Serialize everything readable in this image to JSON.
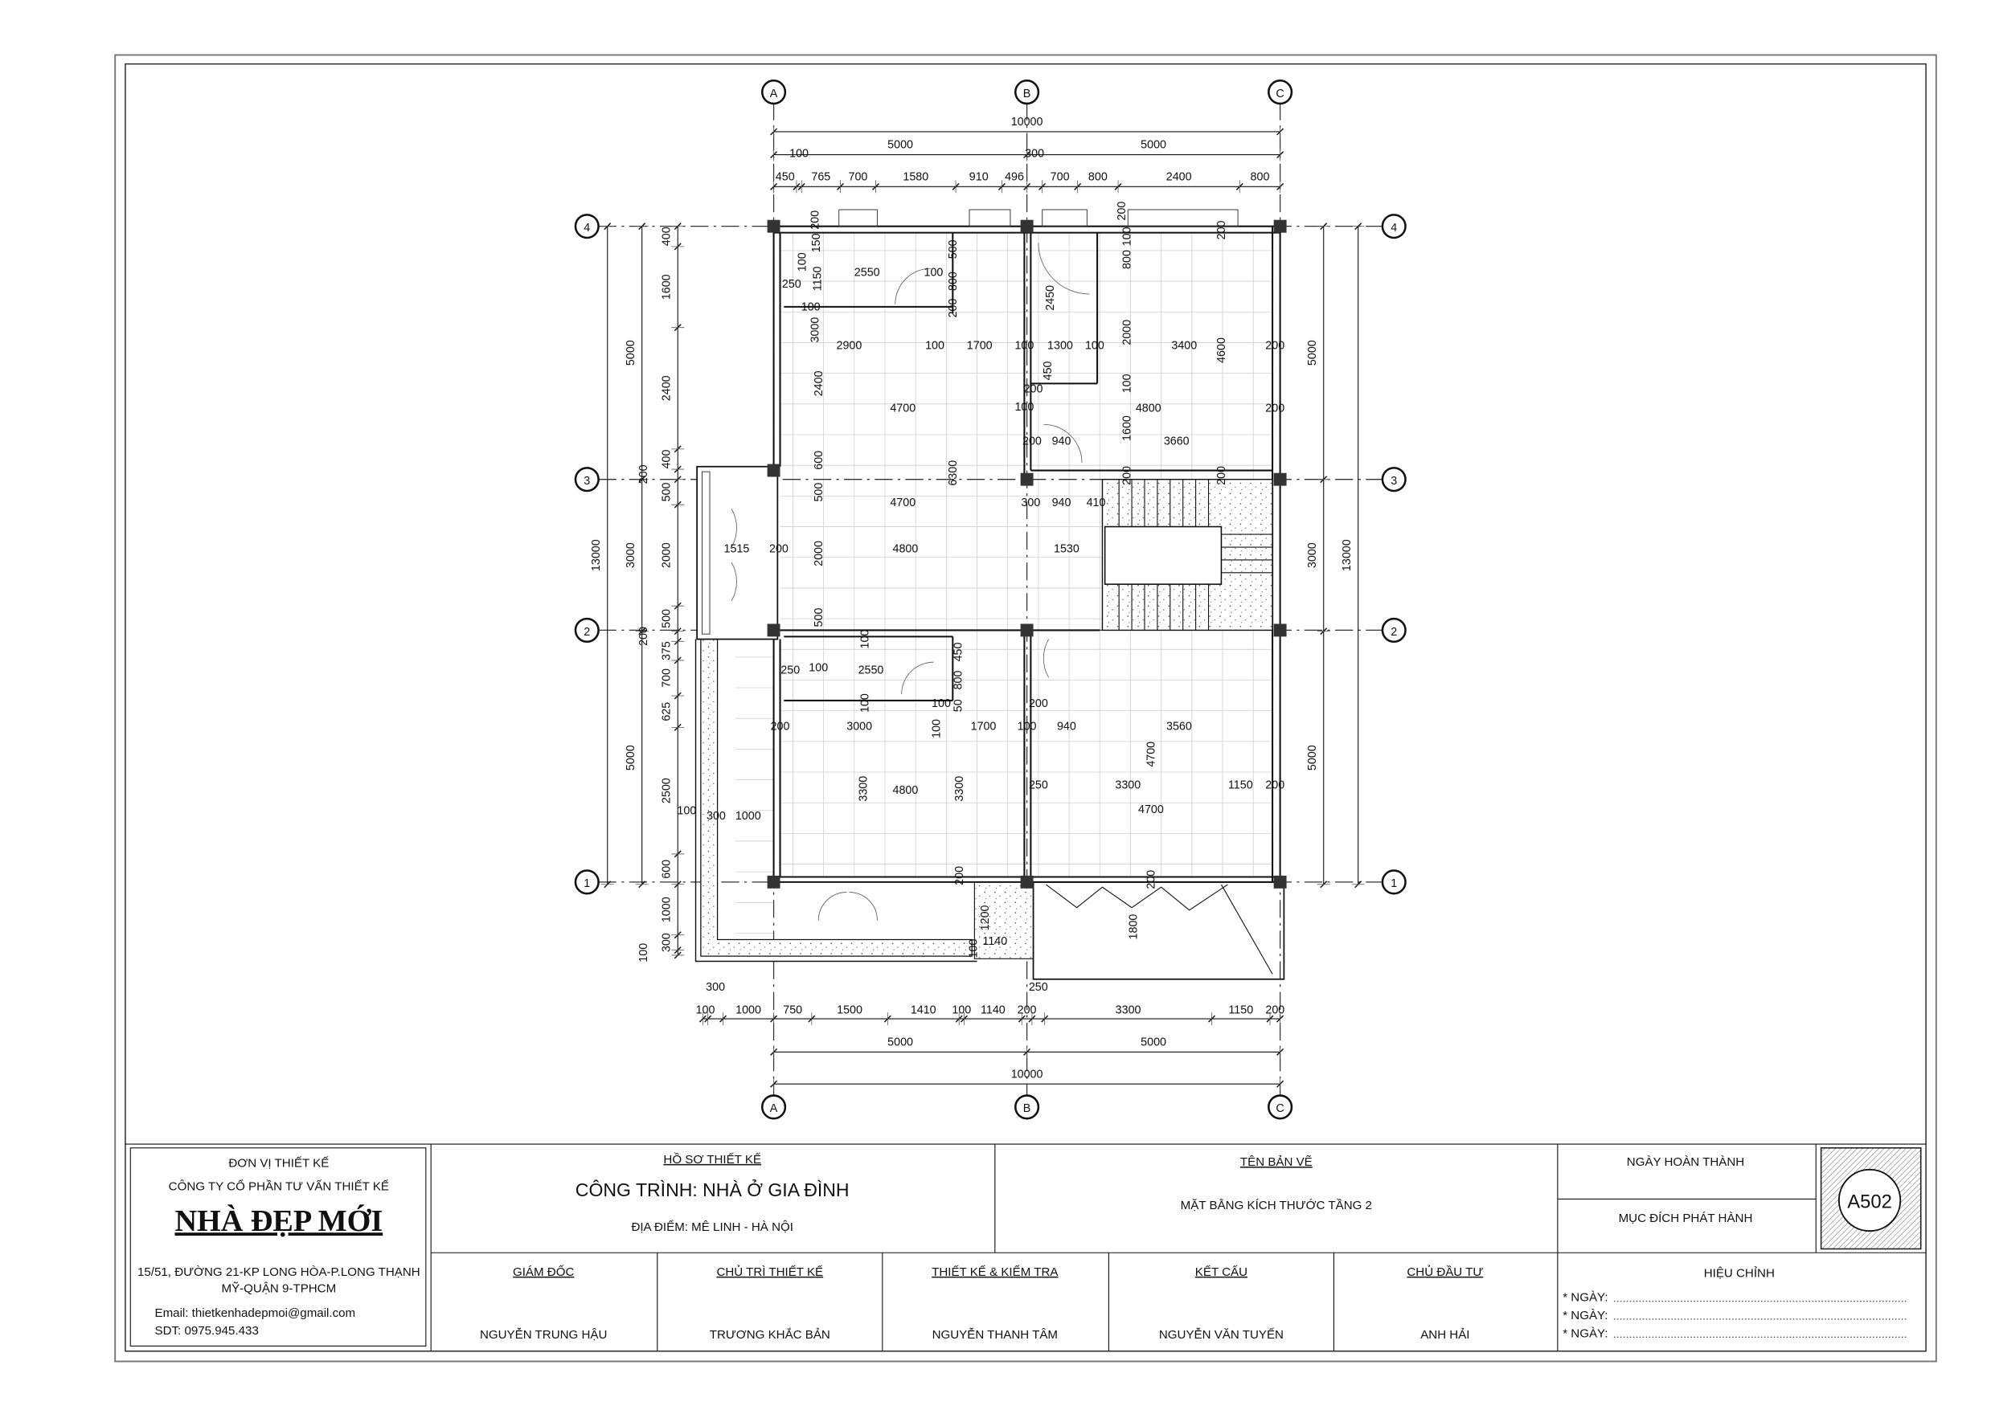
{
  "grid": {
    "columns": [
      "A",
      "B",
      "C"
    ],
    "rows": [
      "1",
      "2",
      "3",
      "4"
    ]
  },
  "dims": {
    "top_overall": "10000",
    "top_half": [
      "5000",
      "5000"
    ],
    "top_detail": [
      "450",
      "100",
      "765",
      "700",
      "1580",
      "910",
      "496",
      "300",
      "700",
      "800",
      "2400",
      "800"
    ],
    "bottom_detail": [
      "100",
      "300",
      "1000",
      "750",
      "1500",
      "1410",
      "100",
      "1140",
      "200",
      "250",
      "3300",
      "1150",
      "200"
    ],
    "bottom_half": [
      "5000",
      "5000"
    ],
    "bottom_overall": "10000",
    "left_overall": "13000",
    "left_half": [
      "5000",
      "3000",
      "5000"
    ],
    "left_detail": [
      "400",
      "1600",
      "2400",
      "400",
      "200",
      "500",
      "2000",
      "500",
      "200",
      "375",
      "700",
      "625",
      "2500",
      "600",
      "1000",
      "300",
      "100"
    ],
    "right_half": [
      "5000",
      "3000",
      "5000"
    ],
    "right_overall": "13000"
  },
  "plan_labels": [
    "200",
    "150",
    "100",
    "250",
    "1150",
    "2550",
    "100",
    "100",
    "500",
    "800",
    "200",
    "3000",
    "2900",
    "100",
    "1700",
    "100",
    "1300",
    "100",
    "3400",
    "200",
    "2450",
    "2000",
    "4600",
    "800",
    "100",
    "200",
    "200",
    "450",
    "200",
    "100",
    "2400",
    "4700",
    "4800",
    "200",
    "100",
    "1600",
    "200",
    "940",
    "3660",
    "6300",
    "600",
    "500",
    "4700",
    "300",
    "940",
    "410",
    "200",
    "200",
    "1515",
    "200",
    "2000",
    "4800",
    "1530",
    "500",
    "100",
    "250",
    "100",
    "2550",
    "100",
    "450",
    "800",
    "50",
    "100",
    "200",
    "3000",
    "100",
    "1700",
    "100",
    "200",
    "940",
    "3560",
    "4700",
    "3300",
    "4800",
    "3300",
    "250",
    "3300",
    "1150",
    "200",
    "4700",
    "100",
    "300",
    "1000",
    "200",
    "200",
    "1200",
    "1140",
    "100",
    "1800"
  ],
  "title_block": {
    "unit_label": "ĐƠN VỊ THIẾT KẾ",
    "company": "CÔNG TY CỔ PHẦN TƯ VẤN THIẾT KẾ",
    "logo_text": "NHÀ ĐẸP MỚI",
    "address_line1": "15/51, ĐƯỜNG 21-KP LONG HÒA-P.LONG THẠNH",
    "address_line2": "MỸ-QUẬN 9-TPHCM",
    "email": "Email: thietkenhadepmoi@gmail.com",
    "phone": "SDT: 0975.945.433",
    "dossier_label": "HỒ SƠ THIẾT KẾ",
    "project": "CÔNG TRÌNH: NHÀ Ở GIA ĐÌNH",
    "location": "ĐỊA ĐIỂM: MÊ LINH -  HÀ NỘI",
    "drawing_name_label": "TÊN BẢN VẼ",
    "drawing_name": "MẶT BẰNG KÍCH THƯỚC TẦNG 2",
    "completion_date_label": "NGÀY HOÀN THÀNH",
    "issue_purpose_label": "MỤC ĐÍCH PHÁT HÀNH",
    "sheet_number": "A502",
    "roles": [
      {
        "role": "GIÁM ĐỐC",
        "name": "NGUYỄN TRUNG HẬU"
      },
      {
        "role": "CHỦ TRÌ THIẾT KẾ",
        "name": "TRƯƠNG KHẮC BẢN"
      },
      {
        "role": "THIẾT KẾ & KIỂM TRA",
        "name": "NGUYỄN THANH TÂM"
      },
      {
        "role": "KẾT CẤU",
        "name": "NGUYỄN VĂN TUYẾN"
      },
      {
        "role": "CHỦ ĐẦU TƯ",
        "name": "ANH HẢI"
      }
    ],
    "revision_label": "HIỆU CHỈNH",
    "revision_rows": [
      "* NGÀY: ",
      "* NGÀY: ",
      "* NGÀY: "
    ]
  }
}
